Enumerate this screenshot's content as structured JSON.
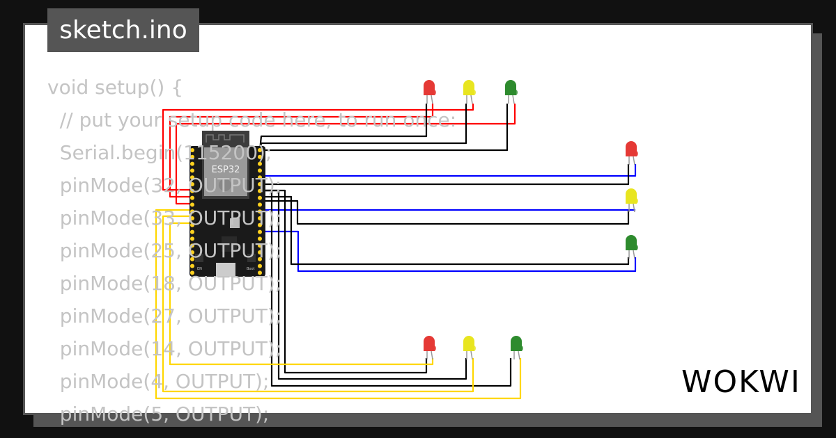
{
  "title": "sketch.ino",
  "code_lines": [
    "void setup() {",
    "  // put your setup code here, to run once:",
    "  Serial.begin(115200);",
    "  pinMode(32, OUTPUT);",
    "  pinMode(33, OUTPUT);",
    "  pinMode(25, OUTPUT);",
    "  pinMode(18, OUTPUT);",
    "  pinMode(27, OUTPUT);",
    "  pinMode(14, OUTPUT);",
    "  pinMode(4, OUTPUT);",
    "  pinMode(5, OUTPUT);"
  ],
  "board": {
    "label": "ESP32",
    "en_label": "EN",
    "boot_label": "Boot"
  },
  "logo": "WOKWI",
  "colors": {
    "red_led": "#e53935",
    "yellow_led": "#e8e520",
    "green_led": "#2e8b2e",
    "wire_red": "#ff0000",
    "wire_black": "#000000",
    "wire_blue": "#0000ff",
    "wire_yellow": "#ffd700"
  }
}
